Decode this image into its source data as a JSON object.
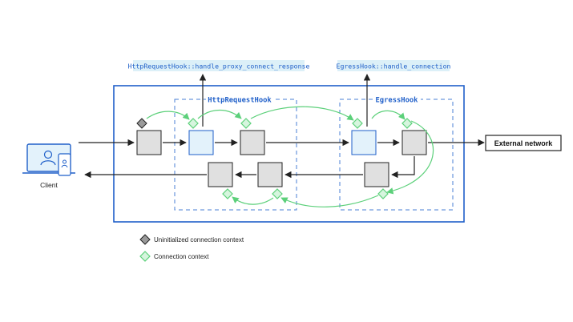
{
  "labels": {
    "http_hook_callout": "HttpRequestHook::handle_proxy_connect_response",
    "egress_hook_callout": "EgressHook::handle_connection",
    "http_hook_group": "HttpRequestHook",
    "egress_hook_group": "EgressHook",
    "client": "Client",
    "external_network": "External network"
  },
  "legend": [
    {
      "label": "Uninitialized connection context",
      "icon": "gray-diamond-icon"
    },
    {
      "label": "Connection context",
      "icon": "green-diamond-icon"
    }
  ],
  "colors": {
    "blue": "#1f5fc9",
    "dashed_blue": "#4a7fd4",
    "callout_bg": "#dcf0f8",
    "green": "#5cd07a",
    "green_fill": "#d6f5de",
    "gray_box": "#e0e0e0",
    "light_blue_box": "#e3f2fb",
    "dark": "#222222"
  }
}
